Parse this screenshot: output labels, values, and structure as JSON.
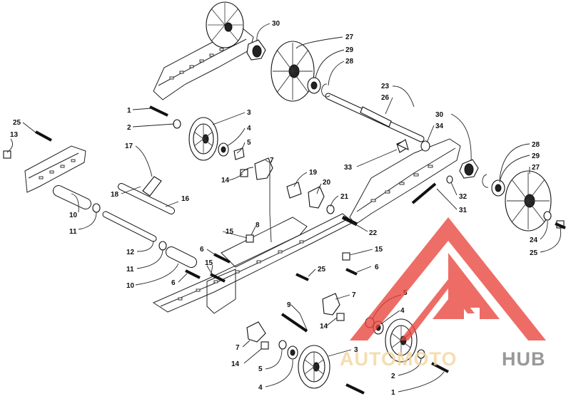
{
  "diagram": {
    "callouts": [
      {
        "id": "c1a",
        "text": "1"
      },
      {
        "id": "c2a",
        "text": "2"
      },
      {
        "id": "c3a",
        "text": "3"
      },
      {
        "id": "c4a",
        "text": "4"
      },
      {
        "id": "c5a",
        "text": "5"
      },
      {
        "id": "c7a",
        "text": "7"
      },
      {
        "id": "c13",
        "text": "13"
      },
      {
        "id": "c25a",
        "text": "25"
      },
      {
        "id": "c17",
        "text": "17"
      },
      {
        "id": "c18",
        "text": "18"
      },
      {
        "id": "c16",
        "text": "16"
      },
      {
        "id": "c10a",
        "text": "10"
      },
      {
        "id": "c11a",
        "text": "11"
      },
      {
        "id": "c12",
        "text": "12"
      },
      {
        "id": "c11b",
        "text": "11"
      },
      {
        "id": "c10b",
        "text": "10"
      },
      {
        "id": "c6a",
        "text": "6"
      },
      {
        "id": "c15a",
        "text": "15"
      },
      {
        "id": "c8",
        "text": "8"
      },
      {
        "id": "c6b",
        "text": "6"
      },
      {
        "id": "c15b",
        "text": "15"
      },
      {
        "id": "c14a",
        "text": "14"
      },
      {
        "id": "c19",
        "text": "19"
      },
      {
        "id": "c20",
        "text": "20"
      },
      {
        "id": "c21",
        "text": "21"
      },
      {
        "id": "c22",
        "text": "22"
      },
      {
        "id": "c15c",
        "text": "15"
      },
      {
        "id": "c6c",
        "text": "6"
      },
      {
        "id": "c25b",
        "text": "25"
      },
      {
        "id": "c9",
        "text": "9"
      },
      {
        "id": "c7b",
        "text": "7"
      },
      {
        "id": "c14b",
        "text": "14"
      },
      {
        "id": "c5b",
        "text": "5"
      },
      {
        "id": "c4b",
        "text": "4"
      },
      {
        "id": "c7c",
        "text": "7"
      },
      {
        "id": "c14c",
        "text": "14"
      },
      {
        "id": "c5c",
        "text": "5"
      },
      {
        "id": "c4c",
        "text": "4"
      },
      {
        "id": "c3b",
        "text": "3"
      },
      {
        "id": "c2b",
        "text": "2"
      },
      {
        "id": "c1b",
        "text": "1"
      },
      {
        "id": "c30a",
        "text": "30"
      },
      {
        "id": "c27a",
        "text": "27"
      },
      {
        "id": "c29a",
        "text": "29"
      },
      {
        "id": "c28a",
        "text": "28"
      },
      {
        "id": "c23",
        "text": "23"
      },
      {
        "id": "c26",
        "text": "26"
      },
      {
        "id": "c30b",
        "text": "30"
      },
      {
        "id": "c34",
        "text": "34"
      },
      {
        "id": "c33",
        "text": "33"
      },
      {
        "id": "c28b",
        "text": "28"
      },
      {
        "id": "c29b",
        "text": "29"
      },
      {
        "id": "c27b",
        "text": "27"
      },
      {
        "id": "c32",
        "text": "32"
      },
      {
        "id": "c31",
        "text": "31"
      },
      {
        "id": "c24",
        "text": "24"
      },
      {
        "id": "c25c",
        "text": "25"
      }
    ]
  },
  "watermark": {
    "text_a": "AUTOMOTO",
    "text_b": "HUB",
    "logo_color": "#e8453c",
    "text_a_color": "#f1d59c",
    "text_b_color": "#7d7d7d"
  }
}
